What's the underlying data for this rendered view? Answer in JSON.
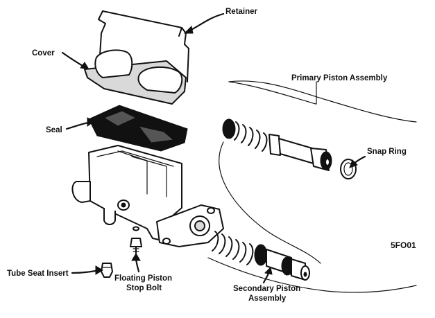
{
  "labels": {
    "retainer": "Retainer",
    "cover": "Cover",
    "seal": "Seal",
    "primary_piston": "Primary Piston Assembly",
    "snap_ring": "Snap Ring",
    "tube_seat_insert": "Tube Seat Insert",
    "floating_piston_line1": "Floating Piston",
    "floating_piston_line2": "Stop Bolt",
    "secondary_piston_line1": "Secondary Piston",
    "secondary_piston_line2": "Assembly"
  },
  "figure_code": "5FO01",
  "colors": {
    "ink": "#111111",
    "shade": "#d9d9d9",
    "background": "#ffffff"
  }
}
